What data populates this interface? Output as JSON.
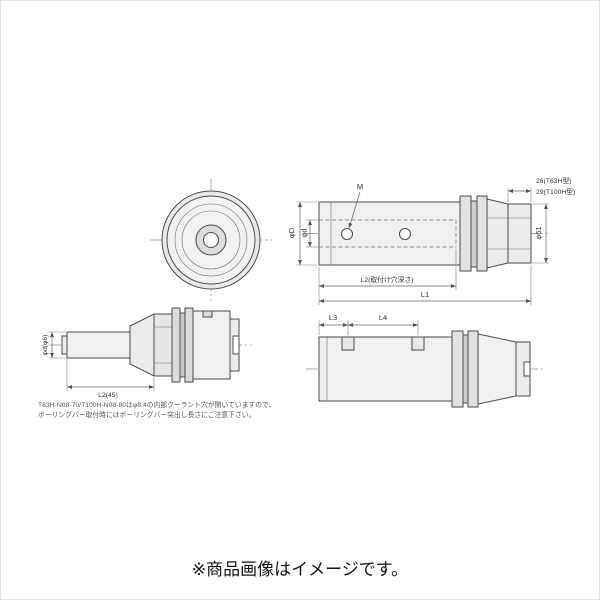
{
  "caption": "※商品画像はイメージです。",
  "note": {
    "line1": "T63H-N08-70/T100H-N08-80はφ8.4の内部クーラント穴が開いていますので、",
    "line2": "ボーリングバー取付時にはボーリングバー突出し長さにご注意下さい。"
  },
  "dimensions": {
    "thread": "M",
    "outer_dia": "φD",
    "bore_dia": "φd",
    "width_t63h": "26(T63H型)",
    "width_t100h": "29(T100H型)",
    "nut_dia": "φ61",
    "hole_depth": "L2(取付け穴深さ)",
    "overall_length": "L1",
    "bar_dia": "φd(φ6)",
    "projection": "L2(45)",
    "l3": "L3",
    "l4": "L4"
  },
  "colors": {
    "line": "#4a4a4a",
    "dim_line": "#606060",
    "fill_light": "#f0f0f0",
    "fill_mid": "#e2e2e2",
    "fill_dark": "#cfcfcf",
    "text": "#333333",
    "caption": "#151515"
  }
}
